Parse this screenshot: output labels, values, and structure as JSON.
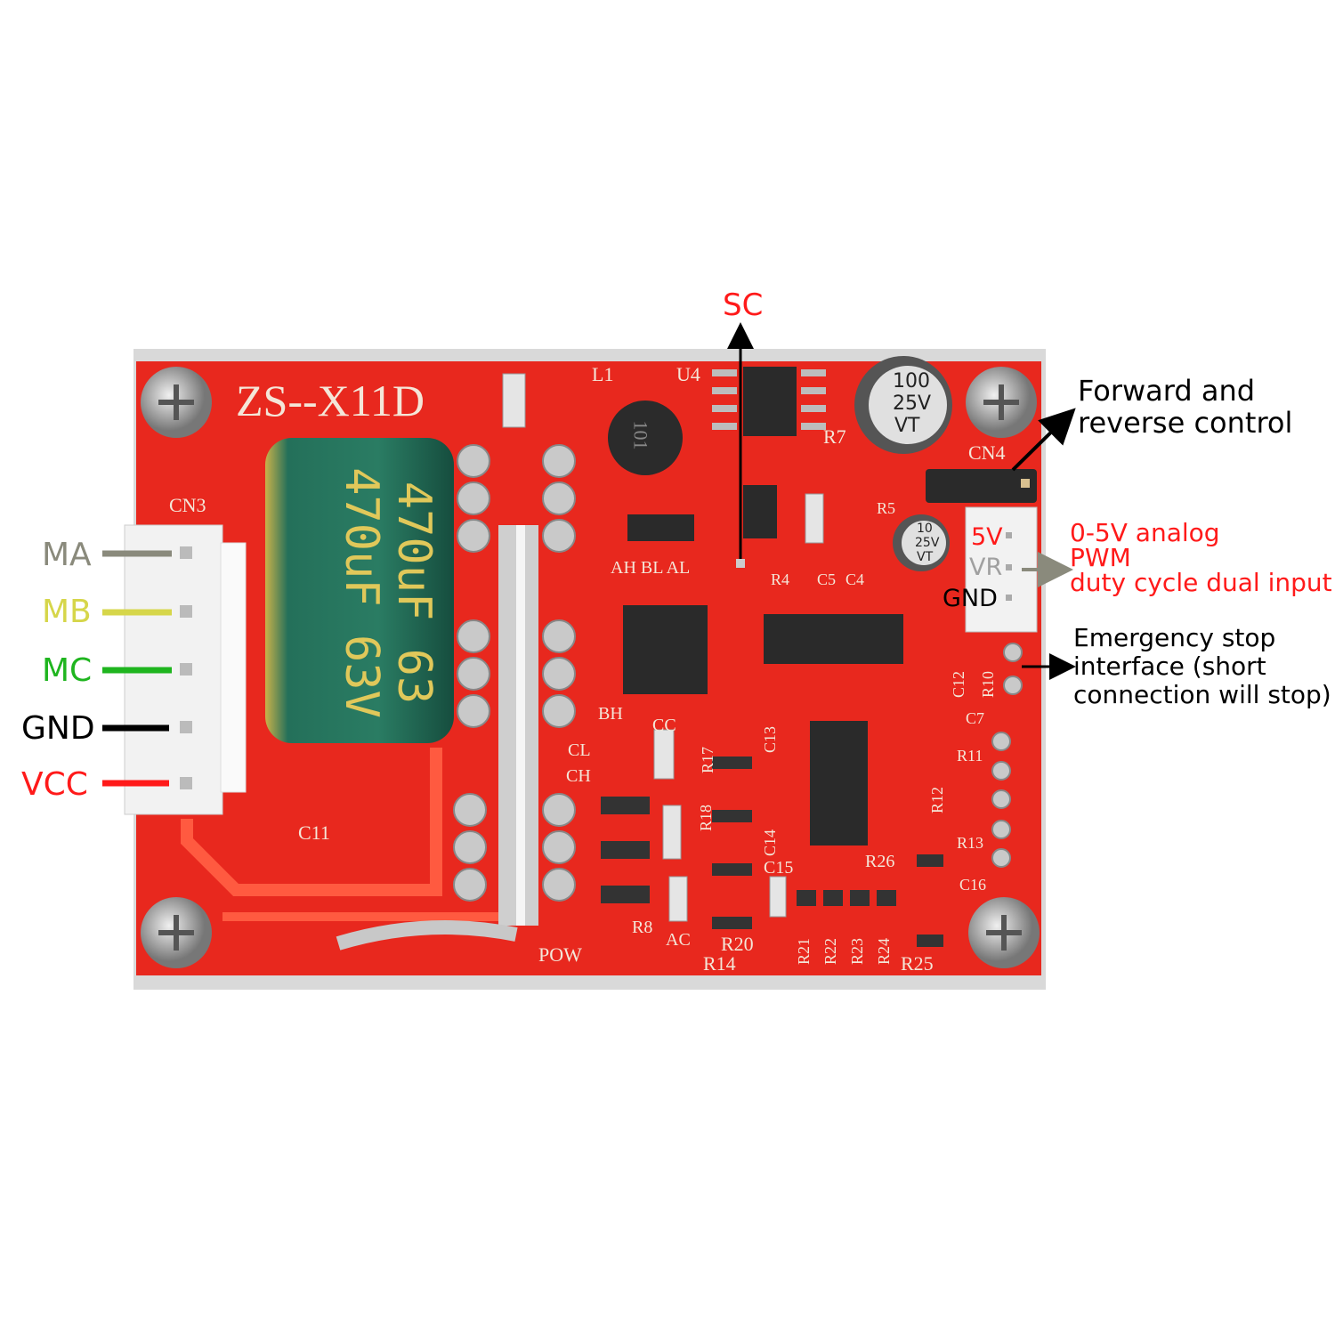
{
  "board": {
    "model": "ZS--X11D",
    "connectors": {
      "motor": "CN3",
      "direction": "CN4"
    },
    "silkscreen": [
      "L1",
      "U4",
      "R7",
      "C11",
      "POW",
      "R8",
      "AC",
      "R14",
      "R20",
      "R25",
      "BH",
      "CL",
      "CH",
      "CC",
      "R17",
      "R18",
      "C13",
      "C14",
      "C15",
      "R26",
      "R21",
      "R22",
      "R23",
      "R24",
      "R4",
      "C5",
      "C4",
      "R11",
      "R12",
      "R13",
      "C16",
      "C7",
      "R10",
      "C12",
      "R5",
      "AH BL AL"
    ],
    "main_capacitor": {
      "line1": "470uF 63V",
      "line2": "470uF 63"
    },
    "cap_large": [
      "100",
      "25V",
      "VT"
    ],
    "cap_small": [
      "10",
      "25V",
      "VT"
    ],
    "inductor": "101"
  },
  "annotations": {
    "sc": "SC",
    "motor_pins": [
      {
        "label": "MA",
        "color": "#8a8a7c"
      },
      {
        "label": "MB",
        "color": "#d6d64a"
      },
      {
        "label": "MC",
        "color": "#1fb51f"
      },
      {
        "label": "GND",
        "color": "#000000"
      },
      {
        "label": "VCC",
        "color": "#ff1a1a"
      }
    ],
    "forward_reverse": [
      "Forward and",
      "reverse control"
    ],
    "speed_pins": [
      {
        "label": "5V",
        "color": "#ff1a1a"
      },
      {
        "label": "VR",
        "color": "#a0a0a0"
      },
      {
        "label": "GND",
        "color": "#000000"
      }
    ],
    "speed_input": [
      "0-5V analog",
      "PWM",
      "duty cycle dual input"
    ],
    "emergency_stop": [
      "Emergency stop",
      "interface (short",
      "connection will stop)"
    ]
  },
  "colors": {
    "pcb": "#e8281e",
    "heatsink": "#d9d9d9",
    "capacitor": "#1f6b55",
    "accent_red": "#ff1a1a"
  }
}
